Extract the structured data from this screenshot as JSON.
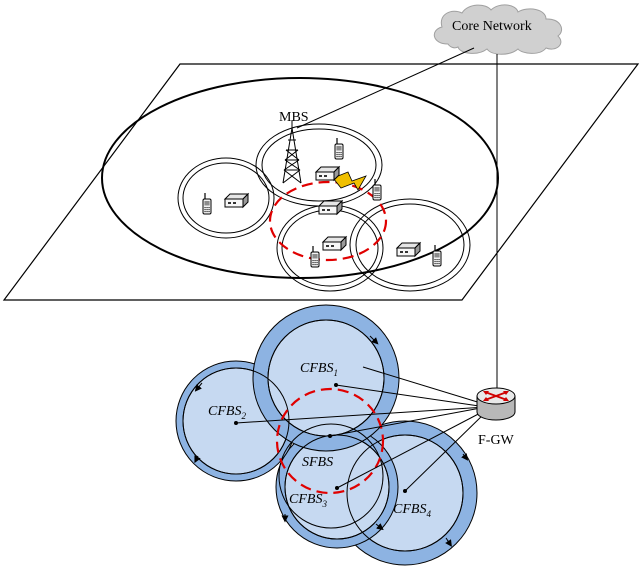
{
  "labels": {
    "core_network": "Core Network",
    "mbs": "MBS",
    "fgw": "F-GW",
    "cfbs_base": "CFBS",
    "sfbs": "SFBS"
  },
  "cfbs": [
    {
      "id": "1",
      "subscript": "1"
    },
    {
      "id": "2",
      "subscript": "2"
    },
    {
      "id": "3",
      "subscript": "3"
    },
    {
      "id": "4",
      "subscript": "4"
    }
  ],
  "colors": {
    "cell_fill": "#c6d9f1",
    "cell_ring": "#8db3e2",
    "dashed_boundary": "#e00000",
    "cloud": "#d0d0d0",
    "interference_link": "#f0c000"
  },
  "icons": [
    "cloud-icon",
    "tower-icon",
    "phone-icon",
    "femto-device-icon",
    "router-icon"
  ]
}
